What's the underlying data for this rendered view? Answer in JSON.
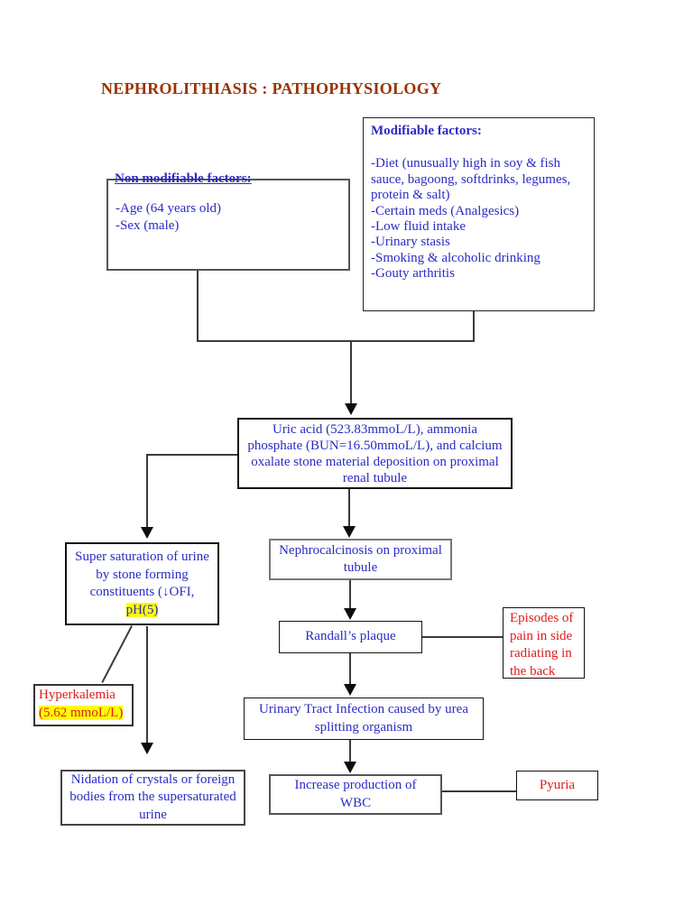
{
  "page": {
    "title": "NEPHROLITHIASIS : PATHOPHYSIOLOGY"
  },
  "colors": {
    "title": "#993300",
    "text_blue": "#2b2bc4",
    "text_red": "#e01b1b",
    "highlight": "#ffff00",
    "connector": "#3a3a3a"
  },
  "boxes": {
    "non_modifiable": {
      "heading": "Non modifiable factors:",
      "items": [
        "-Age (64 years old)",
        "-Sex (male)"
      ]
    },
    "modifiable": {
      "heading": "Modifiable factors:",
      "items": [
        "-Diet (unusually high in soy & fish sauce, bagoong, softdrinks, legumes, protein & salt)",
        "-Certain meds (Analgesics)",
        "-Low fluid intake",
        "-Urinary stasis",
        "-Smoking & alcoholic drinking",
        "-Gouty arthritis"
      ]
    },
    "uric_acid": {
      "text": "Uric acid (523.83mmoL/L), ammonia phosphate (BUN=16.50mmoL/L), and calcium oxalate stone material deposition on proximal renal tubule"
    },
    "supersaturation": {
      "text": "Super saturation of urine by stone forming constituents (↓OFI,",
      "highlighted": "pH(5)"
    },
    "nephrocalcinosis": {
      "text": "Nephrocalcinosis on proximal tubule"
    },
    "randalls_plaque": {
      "text": "Randall’s plaque"
    },
    "episodes_pain": {
      "text": "Episodes of pain in side radiating in the back"
    },
    "hyperkalemia": {
      "line1": "Hyperkalemia",
      "line2": "(5.62 mmoL/L)"
    },
    "uti": {
      "text": "Urinary Tract Infection caused by urea splitting organism"
    },
    "nidation": {
      "text": "Nidation of crystals or foreign bodies from the supersaturated urine"
    },
    "wbc": {
      "text": "Increase production of WBC"
    },
    "pyuria": {
      "text": "Pyuria"
    }
  }
}
